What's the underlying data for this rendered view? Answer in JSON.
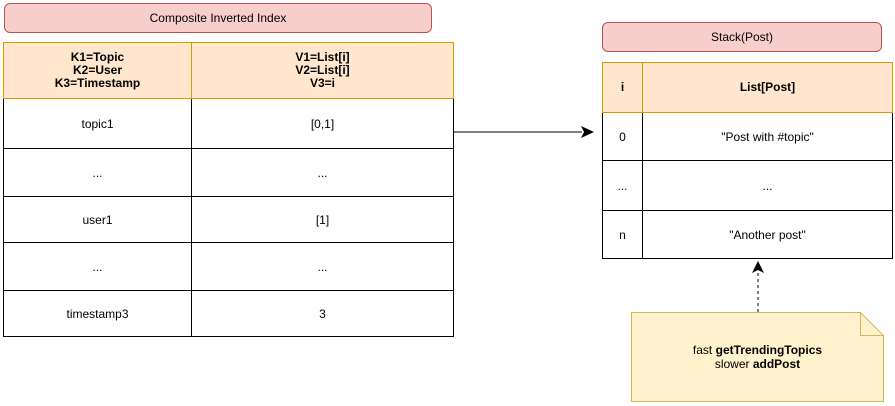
{
  "left": {
    "title": "Composite Inverted Index",
    "header": {
      "keys": [
        "K1=Topic",
        "K2=User",
        "K3=Timestamp"
      ],
      "values": [
        "V1=List[i]",
        "V2=List[i]",
        "V3=i"
      ]
    },
    "rows": [
      {
        "key": "topic1",
        "value": "[0,1]"
      },
      {
        "key": "...",
        "value": "..."
      },
      {
        "key": "user1",
        "value": "[1]"
      },
      {
        "key": "...",
        "value": "..."
      },
      {
        "key": "timestamp3",
        "value": "3"
      }
    ]
  },
  "right": {
    "title": "Stack(Post)",
    "header": {
      "index": "i",
      "list": "List[Post]"
    },
    "rows": [
      {
        "index": "0",
        "value": "\"Post with #topic\""
      },
      {
        "index": "...",
        "value": "..."
      },
      {
        "index": "n",
        "value": "\"Another post\""
      }
    ]
  },
  "note": {
    "line1_prefix": "fast ",
    "line1_bold": "getTrendingTopics",
    "line2_prefix": "slower ",
    "line2_bold": "addPost"
  },
  "colors": {
    "title_fill": "#f8cecc",
    "title_stroke": "#b85450",
    "header_fill": "#ffe6cc",
    "header_stroke": "#d79b00",
    "note_fill": "#fff2cc",
    "note_stroke": "#d6b656"
  }
}
